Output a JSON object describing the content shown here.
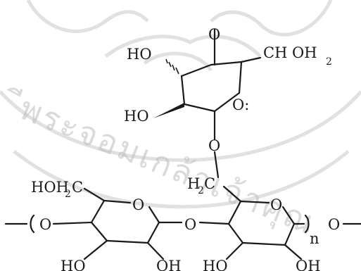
{
  "watermark": {
    "seal_text": "สถาบันเทคโนโลยีพระจอมเกล้าเจ้าคุณทหารลาดกระบัง",
    "visible_arc_text": "ีพระจอมเกล้าเจ้าคุณ"
  },
  "molecule": {
    "top_ring": {
      "oxygen_top": "O",
      "ho_left": "HO",
      "ho_lower": "HO",
      "ch_oh2": "CH OH",
      "ch_oh2_sub": "2",
      "ring_o": "O:",
      "link_o": "O"
    },
    "bottom_left_ring": {
      "hoh2c": "HOH",
      "hoh2c_sub": "2",
      "hoh2c_c": "C",
      "ring_o": "O",
      "ho_bottom": "HO",
      "oh_bottom": "OH"
    },
    "bottom_right_ring": {
      "h2c": "H",
      "h2c_sub": "2",
      "h2c_c": "C",
      "ring_o": "O",
      "ho_bottom": "HO",
      "oh_bottom": "OH"
    },
    "chain": {
      "left_o": "O",
      "bridge_o": "O",
      "right_o": "O",
      "repeat_n": "n"
    }
  }
}
